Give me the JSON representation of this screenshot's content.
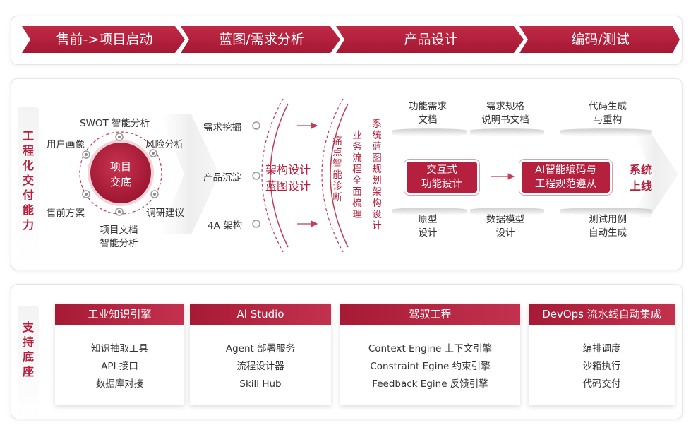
{
  "phases": [
    "售前->项目启动",
    "蓝图/需求分析",
    "产品设计",
    "编码/测试"
  ],
  "engineering": {
    "side_title": [
      "工",
      "程",
      "化",
      "交",
      "付",
      "能",
      "力"
    ],
    "center": [
      "项目",
      "交底"
    ],
    "around": {
      "swot": "SWOT 智能分析",
      "user_profile": "用户画像",
      "risk": "风险分析",
      "presales": "售前方案",
      "research": "调研建议",
      "doc_analysis": [
        "项目文档",
        "智能分析"
      ]
    },
    "inputs": [
      "需求挖掘",
      "产品沉淀",
      "4A 架构"
    ],
    "arch": [
      "架构设计",
      "蓝图设计"
    ],
    "pain": [
      "痛",
      "点",
      "智",
      "能",
      "诊",
      "断"
    ],
    "flow": [
      "业",
      "务",
      "流",
      "程",
      "全",
      "面",
      "梳",
      "理"
    ],
    "blueprint": [
      "系",
      "统",
      "蓝",
      "图",
      "规",
      "划",
      "架",
      "构",
      "设",
      "计"
    ],
    "top_outputs": [
      [
        "功能需求",
        "文档"
      ],
      [
        "需求规格",
        "说明书文档"
      ],
      [
        "代码生成",
        "与重构"
      ]
    ],
    "boxes": [
      [
        "交互式",
        "功能设计"
      ],
      [
        "AI智能编码与",
        "工程规范遵从"
      ]
    ],
    "launch": [
      "系统",
      "上线"
    ],
    "bottom_outputs": [
      [
        "原型",
        "设计"
      ],
      [
        "数据模型",
        "设计"
      ],
      [
        "测试用例",
        "自动生成"
      ]
    ]
  },
  "support": {
    "side_title": [
      "支",
      "持",
      "底",
      "座"
    ],
    "columns": [
      {
        "title": "工业知识引擎",
        "items": [
          "知识抽取工具",
          "API 接口",
          "数据库对接"
        ]
      },
      {
        "title": "Al Studio",
        "items": [
          "Agent 部署服务",
          "流程设计器",
          "Skill Hub"
        ]
      },
      {
        "title": "驾驭工程",
        "items": [
          "Context Engine 上下文引擎",
          "Constraint Egine 约束引擎",
          "Feedback Egine 反馈引擎"
        ]
      },
      {
        "title": "DevOps 流水线自动集成",
        "items": [
          "编排调度",
          "沙箱执行",
          "代码交付"
        ]
      }
    ]
  }
}
